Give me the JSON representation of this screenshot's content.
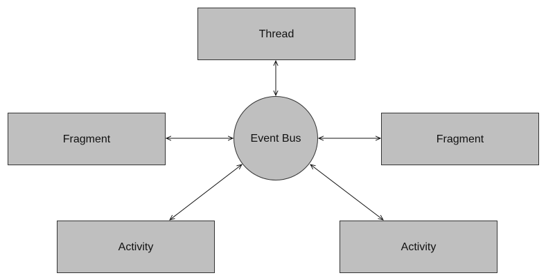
{
  "diagram": {
    "colors": {
      "node_fill": "#bfbfbf",
      "node_stroke": "#333333",
      "edge": "#111111",
      "background": "#ffffff"
    },
    "hub": {
      "label": "Event Bus"
    },
    "nodes": {
      "top": {
        "label": "Thread"
      },
      "left": {
        "label": "Fragment"
      },
      "right": {
        "label": "Fragment"
      },
      "bottom_left": {
        "label": "Activity"
      },
      "bottom_right": {
        "label": "Activity"
      }
    },
    "edges": [
      {
        "from": "Event Bus",
        "to": "Thread",
        "direction": "bidirectional"
      },
      {
        "from": "Event Bus",
        "to": "Fragment",
        "direction": "bidirectional"
      },
      {
        "from": "Event Bus",
        "to": "Fragment",
        "direction": "bidirectional"
      },
      {
        "from": "Event Bus",
        "to": "Activity",
        "direction": "bidirectional"
      },
      {
        "from": "Event Bus",
        "to": "Activity",
        "direction": "bidirectional"
      }
    ]
  }
}
